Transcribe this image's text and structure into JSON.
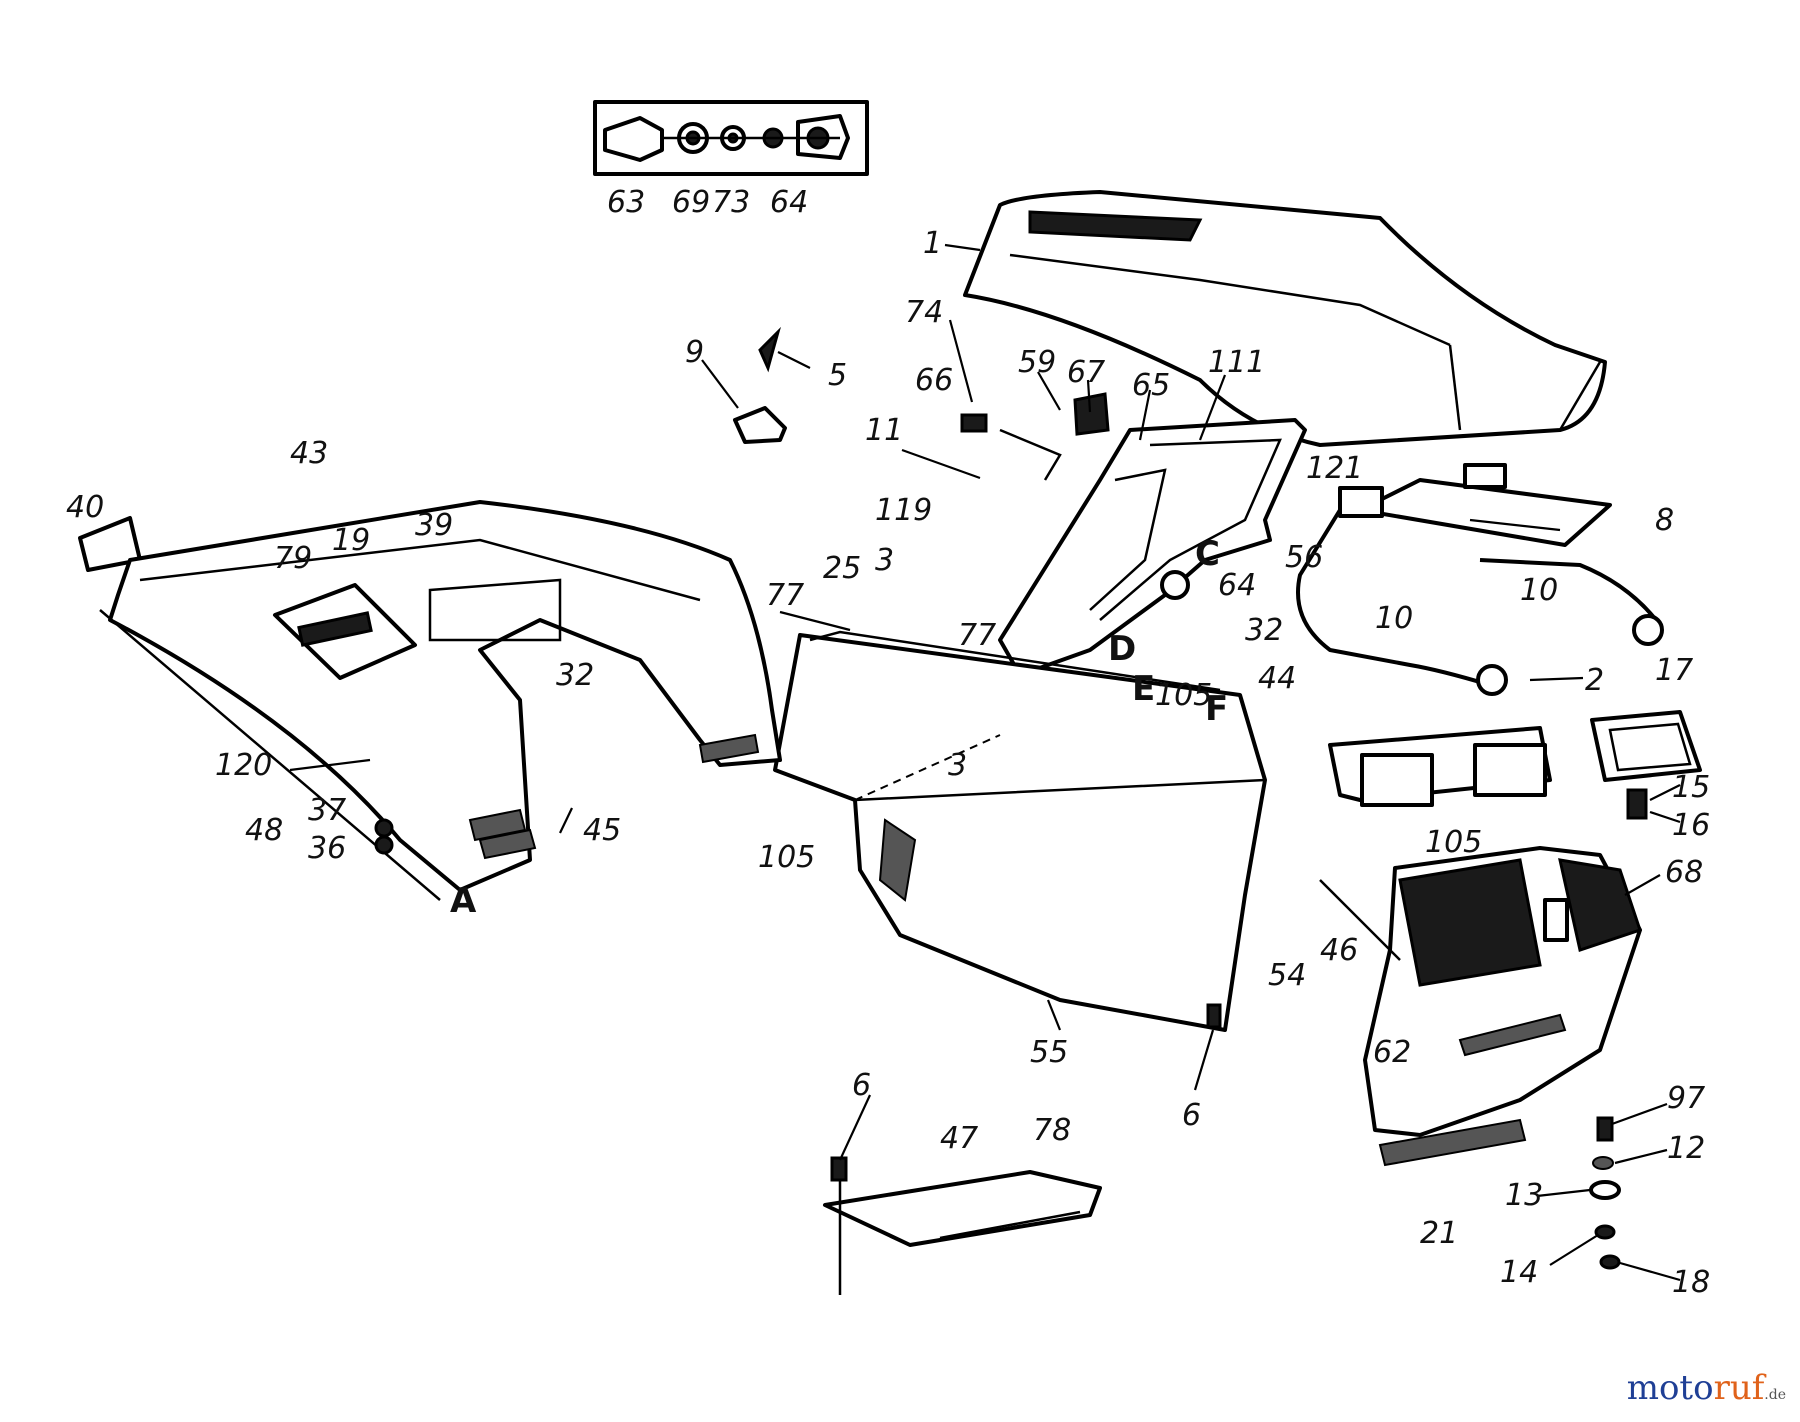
{
  "diagram": {
    "callouts": [
      "63",
      "69",
      "73",
      "64",
      "1",
      "9",
      "5",
      "74",
      "59",
      "67",
      "65",
      "111",
      "66",
      "11",
      "119",
      "121",
      "56",
      "8",
      "10",
      "10",
      "2",
      "17",
      "15",
      "16",
      "43",
      "40",
      "79",
      "19",
      "39",
      "32",
      "77",
      "25",
      "3",
      "64",
      "32",
      "77",
      "105",
      "44",
      "3",
      "120",
      "48",
      "37",
      "36",
      "45",
      "105",
      "105",
      "68",
      "46",
      "54",
      "62",
      "55",
      "6",
      "6",
      "47",
      "78",
      "97",
      "12",
      "13",
      "21",
      "14",
      "18"
    ],
    "letters": [
      "A",
      "C",
      "D",
      "E",
      "F"
    ]
  },
  "watermark": {
    "part1": "moto",
    "part2": "ruf",
    "suffix": ".de"
  }
}
